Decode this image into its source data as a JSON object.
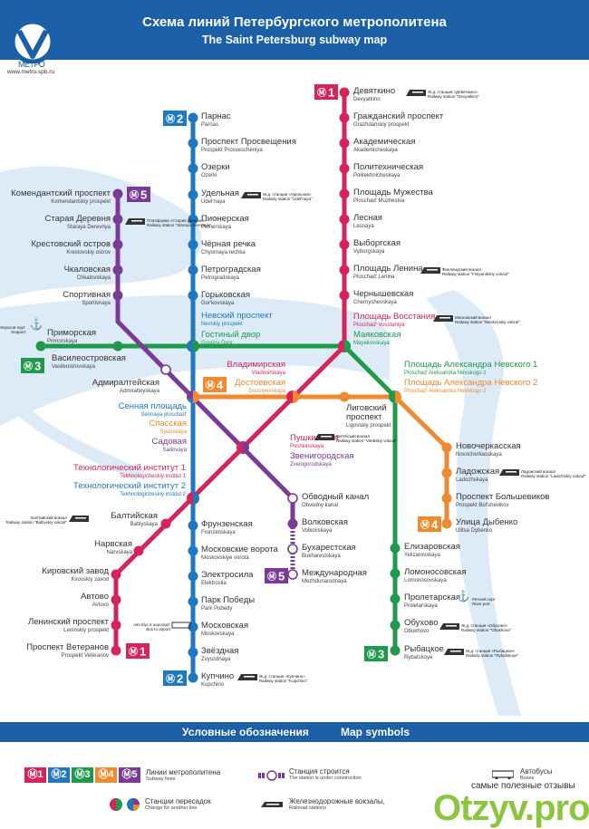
{
  "header": {
    "title_ru": "Схема линий Петербургского метрополитена",
    "title_en": "The Saint Petersburg subway map",
    "logo_word": "МЕТРО",
    "logo_url": "www.metro.spb.ru"
  },
  "colors": {
    "line1": "#d6245a",
    "line2": "#1f79c0",
    "line3": "#1f9a4a",
    "line4": "#ee8a30",
    "line5": "#7b3a96",
    "water": "#dcebf7",
    "header": "#1b5fa6"
  },
  "line_badges": [
    {
      "line": "1",
      "label": "1"
    },
    {
      "line": "2",
      "label": "2"
    },
    {
      "line": "5",
      "label": "5"
    },
    {
      "line": "3",
      "label": "3"
    },
    {
      "line": "4",
      "label": "4"
    },
    {
      "line": "4",
      "label": "4"
    },
    {
      "line": "5",
      "label": "5"
    },
    {
      "line": "1",
      "label": "1"
    },
    {
      "line": "2",
      "label": "2"
    },
    {
      "line": "3",
      "label": "3"
    }
  ],
  "stations": [
    {
      "ru": "Парнас",
      "en": "Parnas",
      "line": "2"
    },
    {
      "ru": "Проспект Просвещения",
      "en": "Prospekt Prosvescheniya",
      "line": "2"
    },
    {
      "ru": "Озерки",
      "en": "Ozerki",
      "line": "2"
    },
    {
      "ru": "Удельная",
      "en": "Udel'naya",
      "line": "2"
    },
    {
      "ru": "Пионерская",
      "en": "Pionerskaya",
      "line": "2"
    },
    {
      "ru": "Чёрная речка",
      "en": "Chyornaya rechka",
      "line": "2"
    },
    {
      "ru": "Петроградская",
      "en": "Petrogradskaya",
      "line": "2"
    },
    {
      "ru": "Горьковская",
      "en": "Gor'kovskaya",
      "line": "2"
    },
    {
      "ru": "Невский проспект",
      "en": "Nevskiy prospekt",
      "line": "2",
      "hl": true
    },
    {
      "ru": "Гостиный двор",
      "en": "Gostiny Dvor",
      "line": "3",
      "hl": true
    },
    {
      "ru": "Фрунзенская",
      "en": "Frunzenskaya",
      "line": "2"
    },
    {
      "ru": "Московские ворота",
      "en": "Moskovskiye vorota",
      "line": "2"
    },
    {
      "ru": "Электросила",
      "en": "Elektrosila",
      "line": "2"
    },
    {
      "ru": "Парк Победы",
      "en": "Park Pobedy",
      "line": "2"
    },
    {
      "ru": "Московская",
      "en": "Moskovskaya",
      "line": "2"
    },
    {
      "ru": "Звёздная",
      "en": "Zvyozdnaya",
      "line": "2"
    },
    {
      "ru": "Купчино",
      "en": "Kupchino",
      "line": "2"
    },
    {
      "ru": "Сенная площадь",
      "en": "Sennaya ploschad'",
      "line": "2",
      "hl": true
    },
    {
      "ru": "Спасская",
      "en": "Spasskaya",
      "line": "4",
      "hl": true
    },
    {
      "ru": "Садовая",
      "en": "Sadovaya",
      "line": "5",
      "hl": true
    },
    {
      "ru": "Технологический институт 1",
      "en": "Tekhnologicheskiy institut 1",
      "line": "1",
      "hl": true
    },
    {
      "ru": "Технологический институт 2",
      "en": "Tekhnologicheskiy institut 2",
      "line": "2",
      "hl": true
    },
    {
      "ru": "Девяткино",
      "en": "Devyatkino",
      "line": "1"
    },
    {
      "ru": "Гражданский проспект",
      "en": "Grazhdanskiy prospekt",
      "line": "1"
    },
    {
      "ru": "Академическая",
      "en": "Akademicheskaya",
      "line": "1"
    },
    {
      "ru": "Политехническая",
      "en": "Politekhnicheskaya",
      "line": "1"
    },
    {
      "ru": "Площадь Мужества",
      "en": "Ploschad' Muzhestva",
      "line": "1"
    },
    {
      "ru": "Лесная",
      "en": "Lesnaya",
      "line": "1"
    },
    {
      "ru": "Выборгская",
      "en": "Vyborgskaya",
      "line": "1"
    },
    {
      "ru": "Площадь Ленина",
      "en": "Ploschad' Lenina",
      "line": "1"
    },
    {
      "ru": "Чернышевская",
      "en": "Chernyshevskaya",
      "line": "1"
    },
    {
      "ru": "Площадь Восстания",
      "en": "Ploschad' Vosstaniya",
      "line": "1",
      "hl": true
    },
    {
      "ru": "Маяковская",
      "en": "Mayakovskaya",
      "line": "3",
      "hl": true
    },
    {
      "ru": "Владимирская",
      "en": "Vladimirskaya",
      "line": "1",
      "hl": true
    },
    {
      "ru": "Достоевская",
      "en": "Dostoyevskaya",
      "line": "4",
      "hl": true
    },
    {
      "ru": "Пушкинская",
      "en": "Pushkinskaya",
      "line": "1",
      "hl": true
    },
    {
      "ru": "Звенигородская",
      "en": "Zvenigorodskaya",
      "line": "5",
      "hl": true
    },
    {
      "ru": "Лиговский проспект",
      "en": "Ligovskiy prospekt",
      "line": "4"
    },
    {
      "ru": "Балтийская",
      "en": "Baltiyskaya",
      "line": "1"
    },
    {
      "ru": "Нарвская",
      "en": "Narvskaya",
      "line": "1"
    },
    {
      "ru": "Кировский завод",
      "en": "Kirovskiy zavod",
      "line": "1"
    },
    {
      "ru": "Автово",
      "en": "Avtovo",
      "line": "1"
    },
    {
      "ru": "Ленинский проспект",
      "en": "Leninskiy prospekt",
      "line": "1"
    },
    {
      "ru": "Проспект Ветеранов",
      "en": "Prospekt Veteranov",
      "line": "1"
    },
    {
      "ru": "Комендантский проспект",
      "en": "Komendantskiy prospekt",
      "line": "5"
    },
    {
      "ru": "Старая Деревня",
      "en": "Staraya Derevnya",
      "line": "5"
    },
    {
      "ru": "Крестовский остров",
      "en": "Krestovskiy ostrov",
      "line": "5"
    },
    {
      "ru": "Чкаловская",
      "en": "Chkalovskaya",
      "line": "5"
    },
    {
      "ru": "Спортивная",
      "en": "Sportivnaya",
      "line": "5"
    },
    {
      "ru": "Приморская",
      "en": "Primorskaya",
      "line": "3"
    },
    {
      "ru": "Василеостровская",
      "en": "Vasileostrovskaya",
      "line": "3"
    },
    {
      "ru": "Адмиралтейская",
      "en": "Admiralteyskaya",
      "line": "5"
    },
    {
      "ru": "Обводный канал",
      "en": "Obvodny kanal",
      "line": "5"
    },
    {
      "ru": "Волковская",
      "en": "Volkovskaya",
      "line": "5"
    },
    {
      "ru": "Бухарестская",
      "en": "Bukharestskaya",
      "line": "5"
    },
    {
      "ru": "Международная",
      "en": "Mezhdunarodnaya",
      "line": "5"
    },
    {
      "ru": "Площадь Александра Невского 1",
      "en": "Ploschad' Aleksandra Nevskogo 1",
      "line": "3",
      "hl": true
    },
    {
      "ru": "Площадь Александра Невского 2",
      "en": "Ploschad' Aleksandra Nevskogo 2",
      "line": "4",
      "hl": true
    },
    {
      "ru": "Новочеркасская",
      "en": "Novocherkasskaya",
      "line": "4"
    },
    {
      "ru": "Ладожская",
      "en": "Ladozhskaya",
      "line": "4"
    },
    {
      "ru": "Проспект Большевиков",
      "en": "Prospekt Bol'shevikov",
      "line": "4"
    },
    {
      "ru": "Улица Дыбенко",
      "en": "Ulitsa Dybenko",
      "line": "4"
    },
    {
      "ru": "Елизаровская",
      "en": "Yelizarovskaya",
      "line": "3"
    },
    {
      "ru": "Ломоносовская",
      "en": "Lomonosovskaya",
      "line": "3"
    },
    {
      "ru": "Пролетарская",
      "en": "Proletarskaya",
      "line": "3"
    },
    {
      "ru": "Обухово",
      "en": "Obukhovo",
      "line": "3"
    },
    {
      "ru": "Рыбацкое",
      "en": "Rybatskoye",
      "line": "3"
    }
  ],
  "notes": [
    {
      "icon": "train",
      "ru": "Ж.д. станция «Девяткино»",
      "en": "Railway station \"Devyatkino\""
    },
    {
      "icon": "train",
      "ru": "Ж.д. станция «Удельная»",
      "en": "Railway station \"Udel'naya\""
    },
    {
      "icon": "train",
      "ru": "Платформа «Старая Деревня»",
      "en": "Railway station \"Staraya Derevnya\""
    },
    {
      "icon": "train",
      "ru": "Финляндский вокзал",
      "en": "Railway station \"Finlyandskiy vokzal\""
    },
    {
      "icon": "train",
      "ru": "Московский вокзал",
      "en": "Railway station \"Moskovskiy vokzal\""
    },
    {
      "icon": "train",
      "ru": "Витебский вокзал",
      "en": "Railway station \"Vitebskiy vokzal\""
    },
    {
      "icon": "train",
      "ru": "Балтийский вокзал",
      "en": "Railway station \"Baltiyskiy vokzal\""
    },
    {
      "icon": "train",
      "ru": "Ладожский вокзал",
      "en": "Railway station \"Ladozhskiy vokzal\""
    },
    {
      "icon": "bus",
      "ru": "Автобус в аэропорт",
      "en": "Bus to airport"
    },
    {
      "icon": "train",
      "ru": "Ж.д. станция «Купчино»",
      "en": "Railway station \"Kupchino\""
    },
    {
      "icon": "anchor",
      "ru": "Морской порт",
      "en": "Seaport"
    },
    {
      "icon": "anchor",
      "ru": "Речной порт",
      "en": "River port"
    },
    {
      "icon": "train",
      "ru": "Ж.д. станция «Обухово»",
      "en": "Railway station \"Obukhovo\""
    },
    {
      "icon": "train",
      "ru": "Ж.д. станция «Рыбацкое»",
      "en": "Railway station \"Rybatskoye\""
    }
  ],
  "legend": {
    "title_ru": "Условные обозначения",
    "title_en": "Map symbols",
    "badges": [
      "1",
      "2",
      "3",
      "4",
      "5"
    ],
    "lines_ru": "Линии метрополитена",
    "lines_en": "Subway lines",
    "change_ru": "Станции пересадок",
    "change_en": "Change for another line",
    "construction_ru": "Станция строится",
    "construction_en": "The station is under construction",
    "rail_ru": "Железнодорожные вокзалы,",
    "rail_en": "Railroad stations",
    "bus_ru": "Автобусы",
    "bus_en": "Buses"
  },
  "watermark": {
    "tagline": "самые полезные отзывы",
    "brand": "Otzyv.pro"
  }
}
